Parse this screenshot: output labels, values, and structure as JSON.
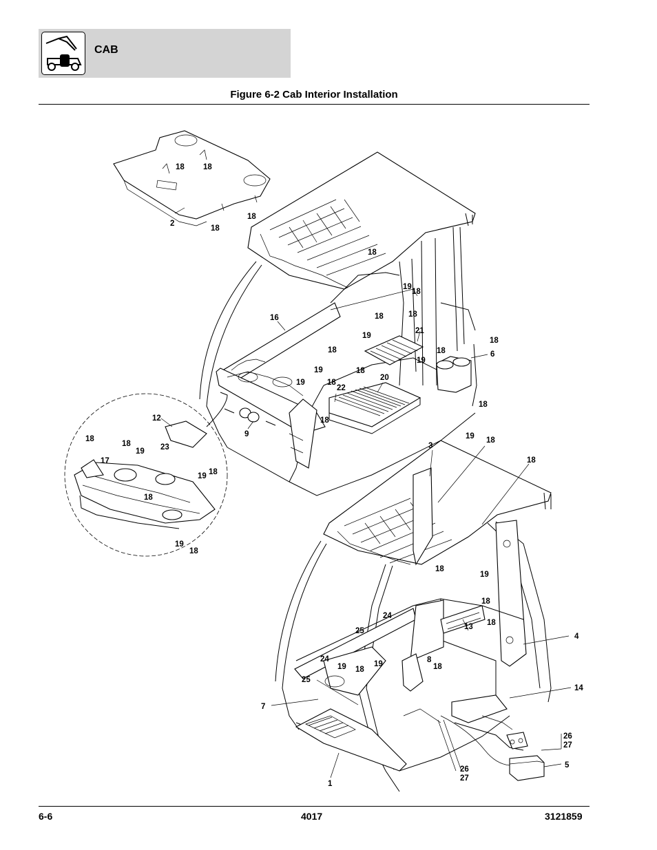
{
  "header": {
    "section": "CAB",
    "figure_title": "Figure 6-2 Cab Interior Installation",
    "icon": "telehandler-machine-icon"
  },
  "footer": {
    "page": "6-6",
    "model": "4017",
    "doc_number": "3121859"
  },
  "callouts": [
    {
      "id": "c1",
      "text": "18"
    },
    {
      "id": "c2",
      "text": "18"
    },
    {
      "id": "c3",
      "text": "2"
    },
    {
      "id": "c4",
      "text": "18"
    },
    {
      "id": "c5",
      "text": "18"
    },
    {
      "id": "c6",
      "text": "18"
    },
    {
      "id": "c7",
      "text": "19"
    },
    {
      "id": "c8",
      "text": "18"
    },
    {
      "id": "c9",
      "text": "18"
    },
    {
      "id": "c10",
      "text": "16"
    },
    {
      "id": "c11",
      "text": "18"
    },
    {
      "id": "c12",
      "text": "19"
    },
    {
      "id": "c13",
      "text": "21"
    },
    {
      "id": "c14",
      "text": "18"
    },
    {
      "id": "c15",
      "text": "6"
    },
    {
      "id": "c16",
      "text": "18"
    },
    {
      "id": "c17",
      "text": "19"
    },
    {
      "id": "c18",
      "text": "18"
    },
    {
      "id": "c19",
      "text": "19"
    },
    {
      "id": "c20",
      "text": "18"
    },
    {
      "id": "c21",
      "text": "20"
    },
    {
      "id": "c22",
      "text": "18"
    },
    {
      "id": "c23",
      "text": "22"
    },
    {
      "id": "c24",
      "text": "19"
    },
    {
      "id": "c25",
      "text": "18"
    },
    {
      "id": "c26",
      "text": "18"
    },
    {
      "id": "c27",
      "text": "9"
    },
    {
      "id": "c28",
      "text": "19"
    },
    {
      "id": "c29",
      "text": "12"
    },
    {
      "id": "c30",
      "text": "18"
    },
    {
      "id": "c31",
      "text": "18"
    },
    {
      "id": "c32",
      "text": "23"
    },
    {
      "id": "c33",
      "text": "19"
    },
    {
      "id": "c34",
      "text": "17"
    },
    {
      "id": "c35",
      "text": "19"
    },
    {
      "id": "c36",
      "text": "18"
    },
    {
      "id": "c37",
      "text": "18"
    },
    {
      "id": "c38",
      "text": "19"
    },
    {
      "id": "c39",
      "text": "18"
    },
    {
      "id": "c40",
      "text": "3"
    },
    {
      "id": "c41",
      "text": "18"
    },
    {
      "id": "c42",
      "text": "18"
    },
    {
      "id": "c43",
      "text": "18"
    },
    {
      "id": "c44",
      "text": "19"
    },
    {
      "id": "c45",
      "text": "18"
    },
    {
      "id": "c46",
      "text": "24"
    },
    {
      "id": "c47",
      "text": "25"
    },
    {
      "id": "c48",
      "text": "13"
    },
    {
      "id": "c49",
      "text": "18"
    },
    {
      "id": "c50",
      "text": "4"
    },
    {
      "id": "c51",
      "text": "24"
    },
    {
      "id": "c52",
      "text": "19"
    },
    {
      "id": "c53",
      "text": "18"
    },
    {
      "id": "c54",
      "text": "19"
    },
    {
      "id": "c55",
      "text": "8"
    },
    {
      "id": "c56",
      "text": "18"
    },
    {
      "id": "c57",
      "text": "25"
    },
    {
      "id": "c58",
      "text": "14"
    },
    {
      "id": "c59",
      "text": "7"
    },
    {
      "id": "c60",
      "text": "26"
    },
    {
      "id": "c61",
      "text": "27"
    },
    {
      "id": "c62",
      "text": "5"
    },
    {
      "id": "c63",
      "text": "1"
    },
    {
      "id": "c64",
      "text": "26"
    },
    {
      "id": "c65",
      "text": "27"
    }
  ]
}
